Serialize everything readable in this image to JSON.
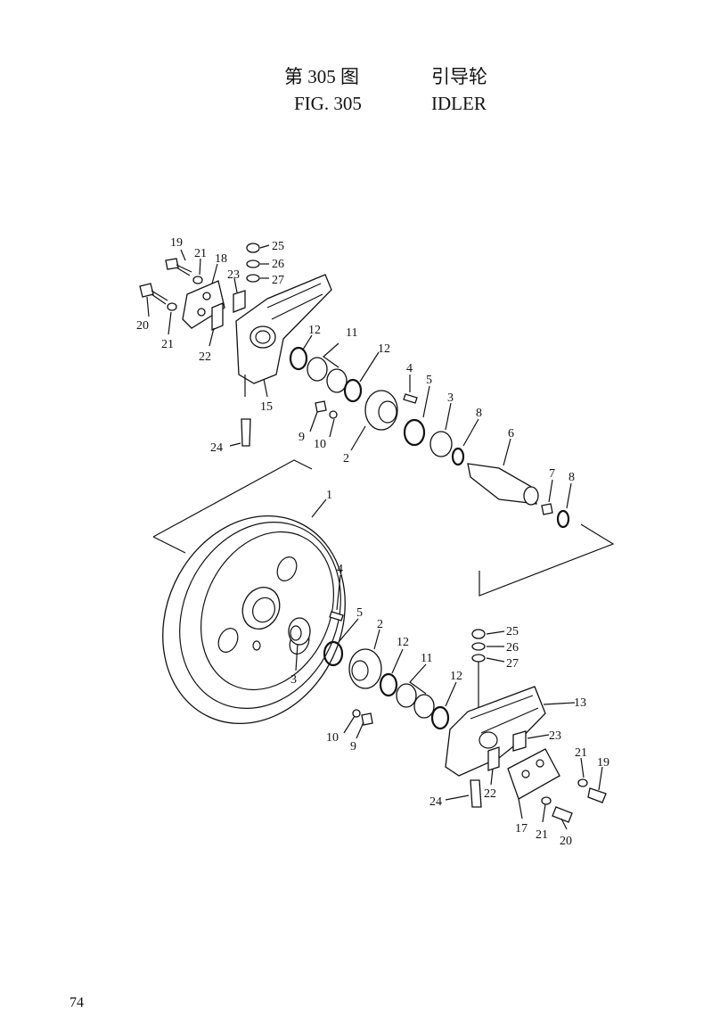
{
  "header": {
    "fig_cn": "第 305 图",
    "name_cn": "引导轮",
    "fig_en": "FIG. 305",
    "name_en": "IDLER"
  },
  "callouts": {
    "upper": [
      "19",
      "21",
      "18",
      "23",
      "25",
      "26",
      "27",
      "20",
      "21",
      "22",
      "12",
      "11",
      "12",
      "15",
      "4",
      "5",
      "3",
      "8",
      "6",
      "9",
      "10",
      "2",
      "24",
      "7",
      "8"
    ],
    "lower": [
      "1",
      "4",
      "5",
      "2",
      "12",
      "11",
      "12",
      "3",
      "25",
      "26",
      "27",
      "13",
      "23",
      "21",
      "19",
      "10",
      "9",
      "22",
      "24",
      "17",
      "21",
      "20"
    ]
  },
  "footer": {
    "page_number": "74"
  }
}
